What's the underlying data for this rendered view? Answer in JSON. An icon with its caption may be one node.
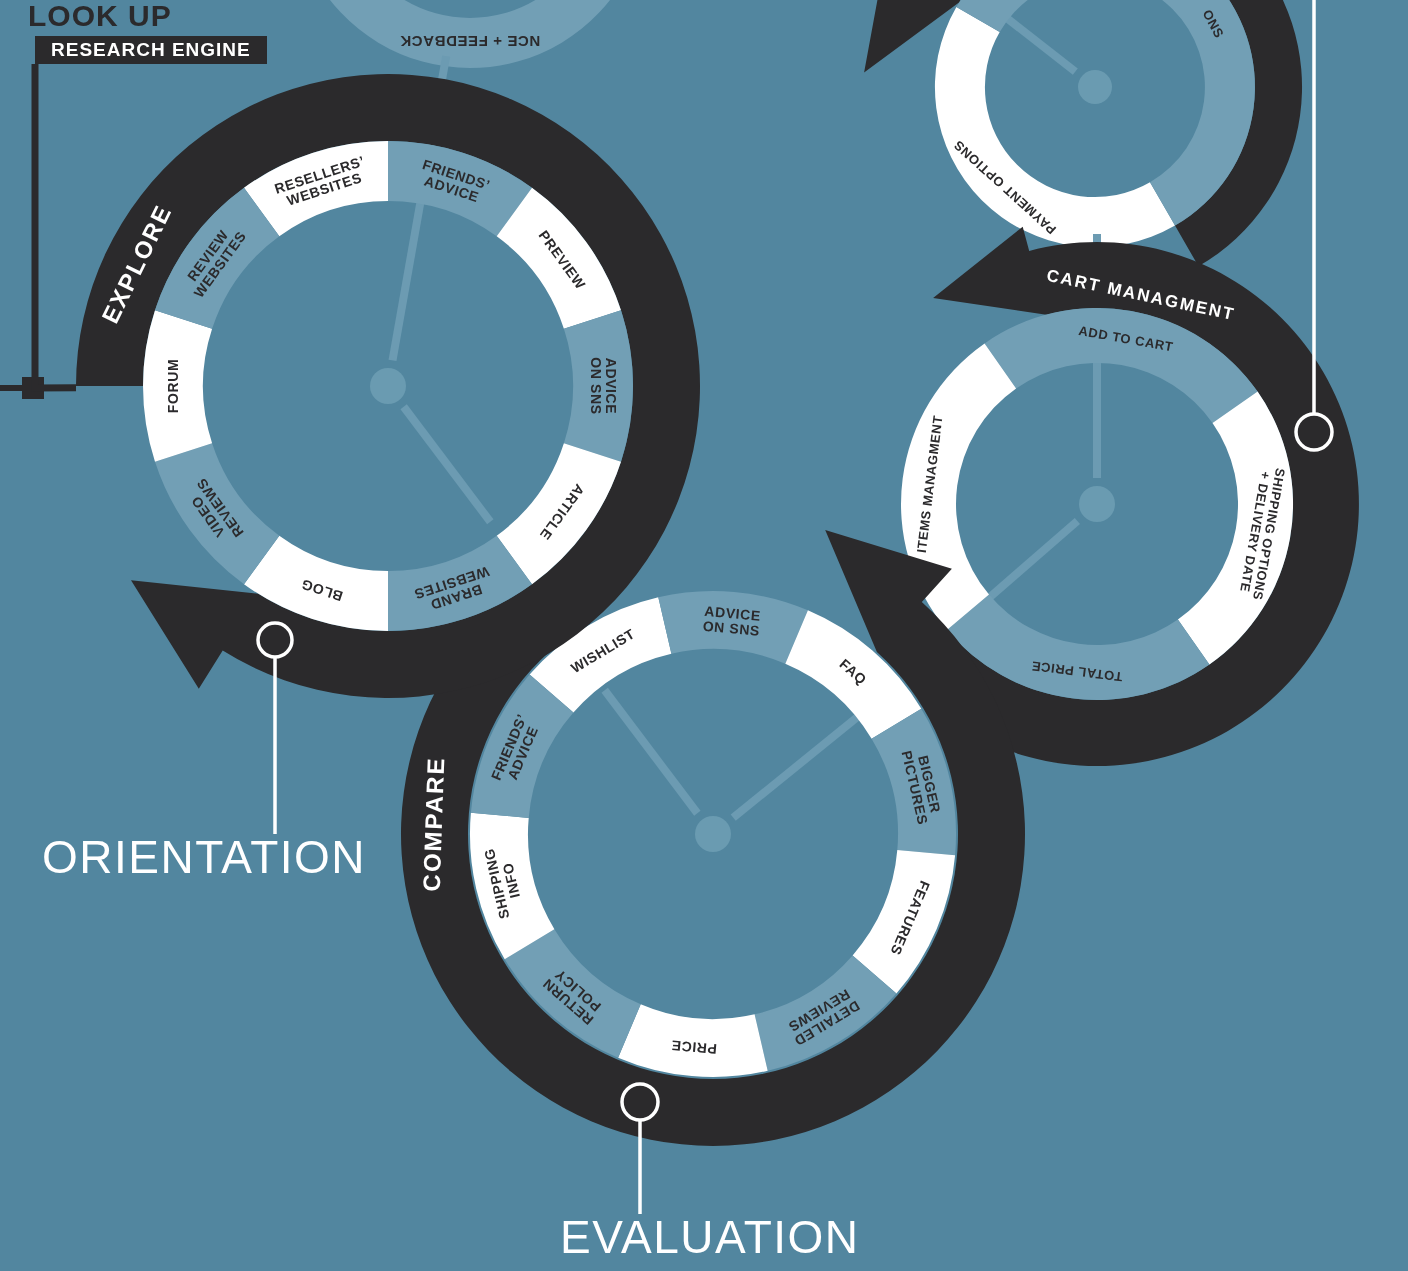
{
  "diagram": {
    "nodes": [
      {
        "text": [
          "LOOK UP",
          "RESEARCH ENGINE"
        ]
      },
      {
        "text": [
          "NCE + FEEDBACK"
        ]
      },
      {
        "text": [],
        "shape": "circle"
      },
      {
        "text": [
          "PAYMENT OPTIONS"
        ],
        "in": 2
      },
      {
        "text": [
          "ONS"
        ],
        "in": 2
      },
      {
        "text": [
          "EXPLORE"
        ]
      },
      {
        "text": [
          "RESELLERS’ WEBSITES"
        ],
        "in": 5
      },
      {
        "text": [
          "FRIENDS’ ADVICE"
        ],
        "in": 5
      },
      {
        "text": [
          "PREVIEW"
        ],
        "in": 5
      },
      {
        "text": [
          "ADVICE ON SNS"
        ],
        "in": 5
      },
      {
        "text": [
          "ARTICLE"
        ],
        "in": 5
      },
      {
        "text": [
          "BRAND WEBSITES"
        ],
        "in": 5
      },
      {
        "text": [
          "BLOG"
        ],
        "in": 5
      },
      {
        "text": [
          "VIDEO REVIEWS"
        ],
        "in": 5
      },
      {
        "text": [
          "FORUM"
        ],
        "in": 5
      },
      {
        "text": [
          "REVIEW WEBSITES"
        ],
        "in": 5
      },
      {
        "text": [
          "CART MANAGMENT"
        ]
      },
      {
        "text": [
          "ADD TO CART"
        ],
        "in": 16
      },
      {
        "text": [
          "SHIPPING OPTIONS + DELIVERY DATE"
        ],
        "in": 16
      },
      {
        "text": [
          "TOTAL PRICE"
        ],
        "in": 16
      },
      {
        "text": [
          "ITEMS MANAGMENT"
        ],
        "in": 16
      },
      {
        "text": [
          "COMPARE"
        ]
      },
      {
        "text": [
          "WISHLIST"
        ],
        "in": 21
      },
      {
        "text": [
          "ADVICE ON SNS"
        ],
        "in": 21
      },
      {
        "text": [
          "FAQ"
        ],
        "in": 21
      },
      {
        "text": [
          "BIGGER PICTURES"
        ],
        "in": 21
      },
      {
        "text": [
          "FEATURES"
        ],
        "in": 21
      },
      {
        "text": [
          "DETAILED REVIEWS"
        ],
        "in": 21
      },
      {
        "text": [
          "PRICE"
        ],
        "in": 21
      },
      {
        "text": [
          "RETURN POLICY"
        ],
        "in": 21
      },
      {
        "text": [
          "SHIPPING INFO"
        ],
        "in": 21
      },
      {
        "text": [
          "FRIENDS’ ADVICE"
        ],
        "in": 21
      },
      {
        "text": [],
        "shape": "circle",
        "in": 5
      },
      {
        "text": [
          "ORIENTATION"
        ]
      },
      {
        "text": [],
        "shape": "circle",
        "in": 16
      },
      {
        "text": [],
        "shape": "circle",
        "in": 21
      },
      {
        "text": [
          "EVALUATION"
        ]
      }
    ],
    "edges": [
      {
        "from": 0,
        "to": 5,
        "arrow": "none",
        "style": "thick",
        "color": "#2b2a2c"
      },
      {
        "from": 33,
        "to": 32,
        "arrow": "none"
      },
      {
        "from": null,
        "to": 34,
        "arrow": "none"
      },
      {
        "from": 36,
        "to": 35,
        "arrow": "none"
      }
    ]
  }
}
